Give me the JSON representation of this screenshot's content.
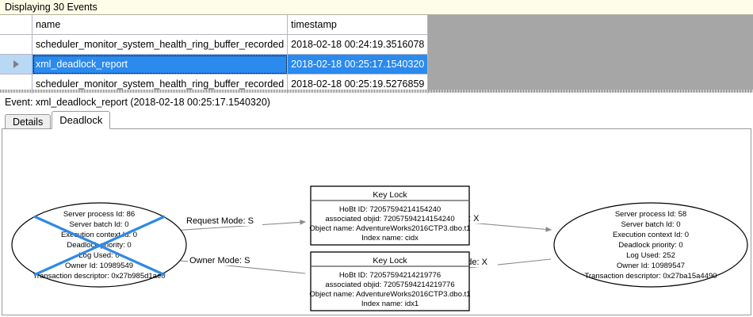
{
  "status_banner": {
    "text": "Displaying 30 Events"
  },
  "grid": {
    "columns": [
      {
        "key": "selector",
        "label": ""
      },
      {
        "key": "name",
        "label": "name"
      },
      {
        "key": "timestamp",
        "label": "timestamp"
      }
    ],
    "rows": [
      {
        "selector": "",
        "name": "scheduler_monitor_system_health_ring_buffer_recorded",
        "timestamp": "2018-02-18 00:24:19.3516078",
        "selected": false
      },
      {
        "selector": "row-pointer",
        "name": "xml_deadlock_report",
        "timestamp": "2018-02-18 00:25:17.1540320",
        "selected": true
      },
      {
        "selector": "",
        "name": "scheduler_monitor_system_health_ring_buffer_recorded",
        "timestamp": "2018-02-18 00:25:19.5276859",
        "selected": false
      }
    ],
    "selection_color": "#2a8aee"
  },
  "event_header": {
    "text": "Event: xml_deadlock_report (2018-02-18 00:25:17.1540320)"
  },
  "tabs": [
    {
      "label": "Details",
      "active": false
    },
    {
      "label": "Deadlock",
      "active": true
    }
  ],
  "deadlock_graph": {
    "victim_marker_color": "#2e8ae6",
    "processes": [
      {
        "id": "process-left",
        "is_victim": true,
        "lines": [
          "Server process Id: 86",
          "Server batch Id: 0",
          "Execution context Id: 0",
          "Deadlock priority: 0",
          "Log Used: 0",
          "Owner Id: 10989549",
          "Transaction descriptor: 0x27b985d1ae0"
        ]
      },
      {
        "id": "process-right",
        "is_victim": false,
        "lines": [
          "Server process Id: 58",
          "Server batch Id: 0",
          "Execution context Id: 0",
          "Deadlock priority: 0",
          "Log Used: 252",
          "Owner Id: 10989547",
          "Transaction descriptor: 0x27ba15a4490"
        ]
      }
    ],
    "resources": [
      {
        "id": "key-lock-top",
        "title": "Key Lock",
        "lines": [
          "HoBt ID: 72057594214154240",
          "associated objid: 72057594214154240",
          "Object name: AdventureWorks2016CTP3.dbo.t1",
          "Index name: cidx"
        ]
      },
      {
        "id": "key-lock-bottom",
        "title": "Key Lock",
        "lines": [
          "HoBt ID: 72057594214219776",
          "associated objid: 72057594214219776",
          "Object name: AdventureWorks2016CTP3.dbo.t1",
          "Index name: idx1"
        ]
      }
    ],
    "edges": [
      {
        "id": "edge-top-left",
        "label": "Request Mode: S"
      },
      {
        "id": "edge-top-right",
        "label": "Owner Mode: X"
      },
      {
        "id": "edge-bottom-left",
        "label": "Owner Mode: S"
      },
      {
        "id": "edge-bottom-right",
        "label": "Request Mode: X"
      }
    ]
  }
}
